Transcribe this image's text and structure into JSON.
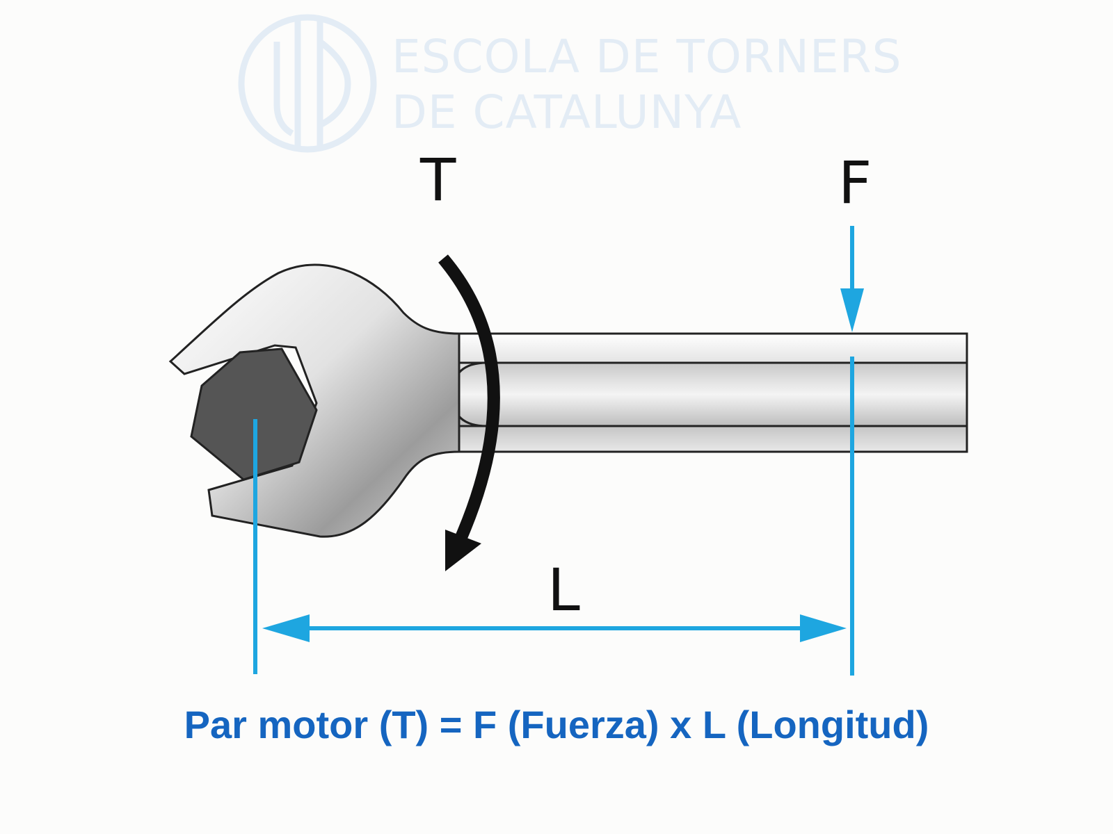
{
  "watermark": {
    "line1": "ESCOLA DE TORNERS",
    "line2": "DE CATALUNYA"
  },
  "labels": {
    "torque": "T",
    "force": "F",
    "length": "L"
  },
  "formula": "Par motor (T) = F (Fuerza) x L (Longitud)",
  "colors": {
    "dimension_lines": "#1ea6e0",
    "formula_text": "#1565c0",
    "nut": "#555555",
    "watermark": "#e3ecf5"
  }
}
